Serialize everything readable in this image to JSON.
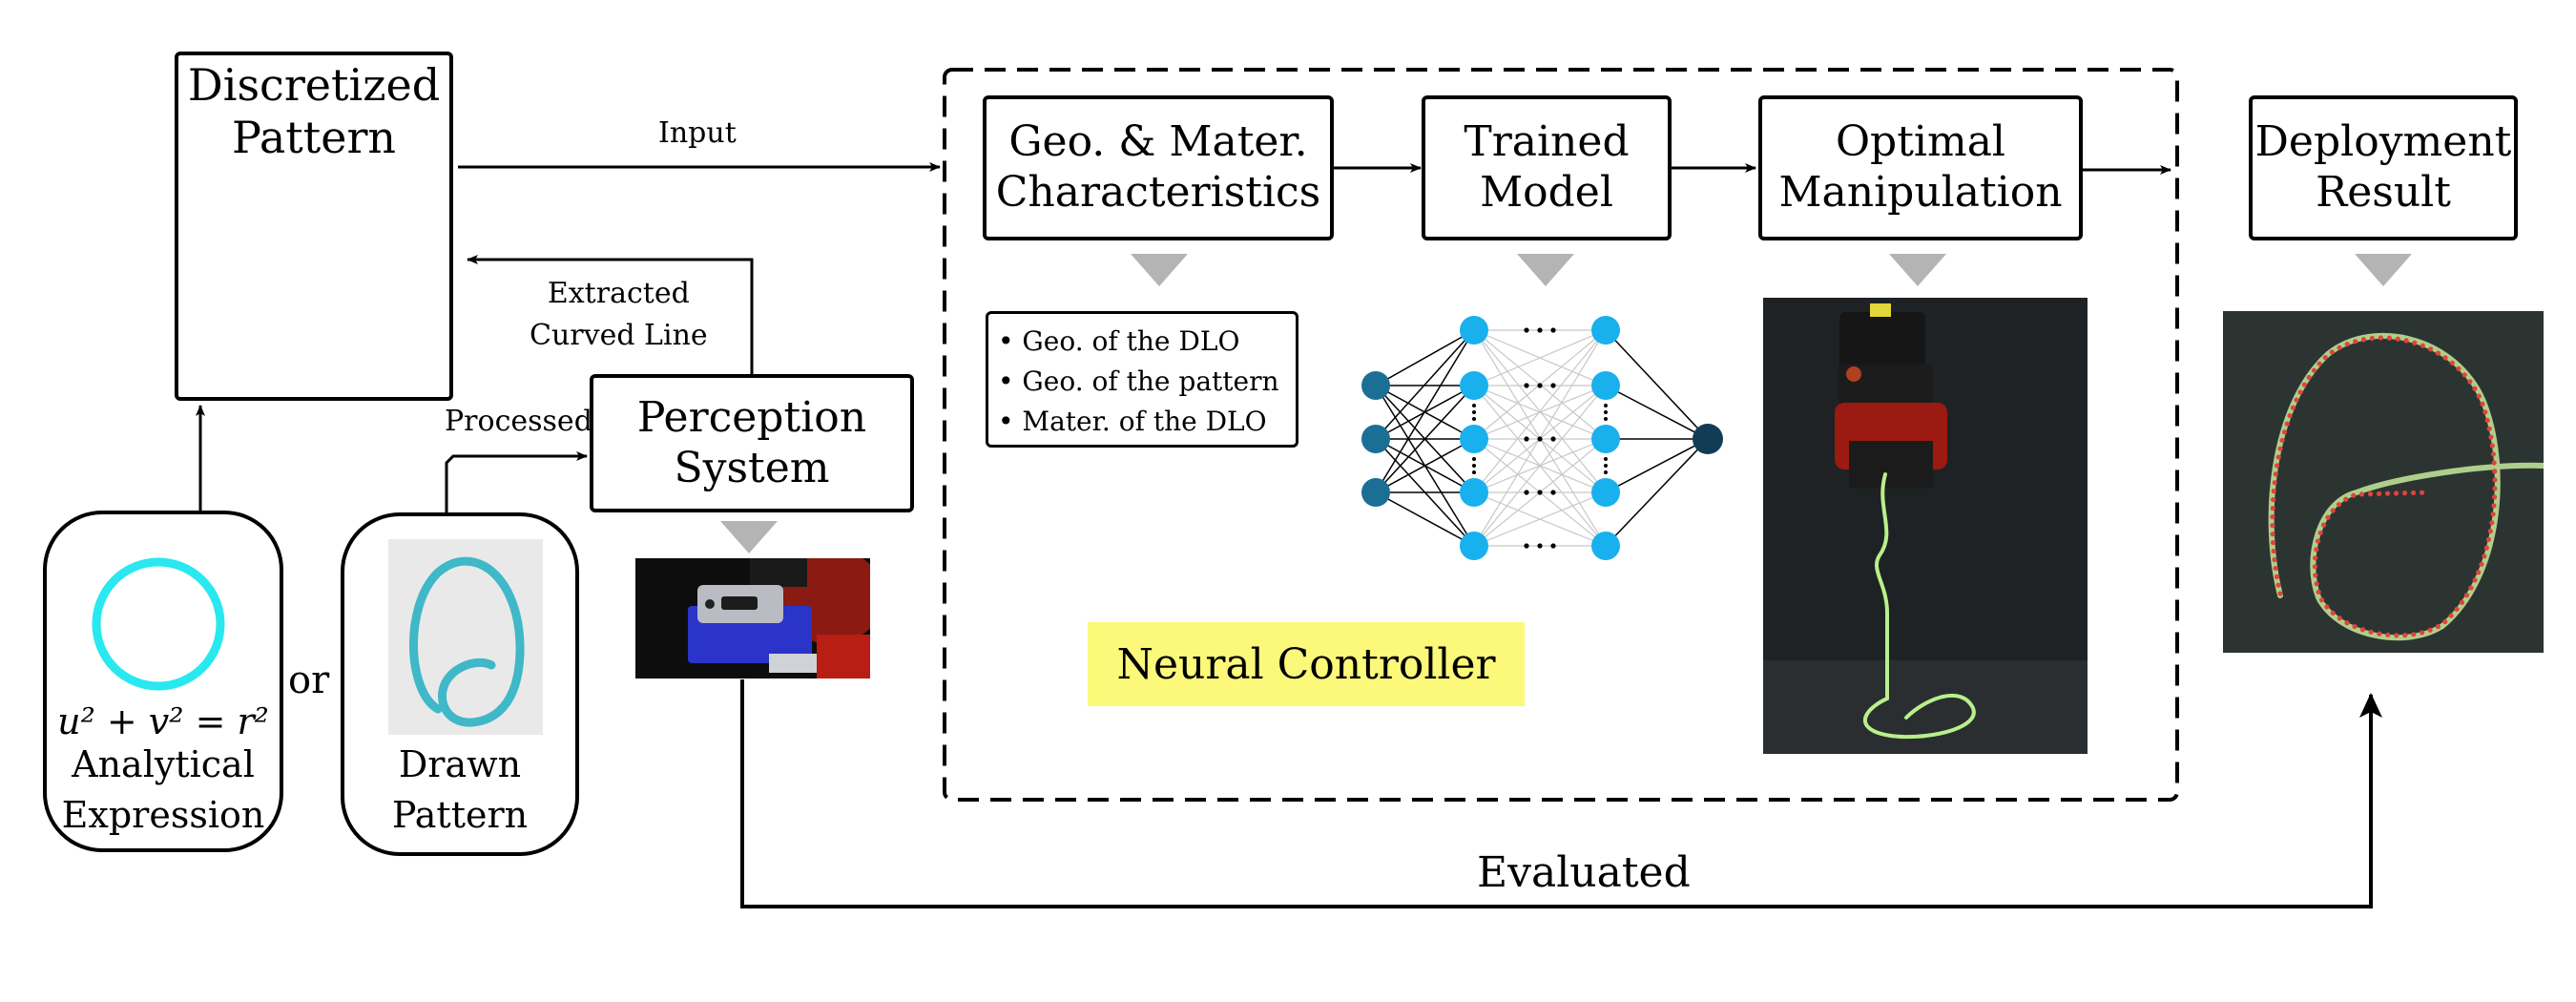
{
  "boxes": {
    "discretized": "Discretized\nPattern",
    "geo": "Geo. & Mater.\nCharacteristics",
    "trained": "Trained\nModel",
    "optimal": "Optimal\nManipulation",
    "deployment": "Deployment\nResult",
    "perception": "Perception\nSystem"
  },
  "labels": {
    "input": "Input",
    "extracted": "Extracted\nCurved Line",
    "processed": "Processed",
    "or": "or",
    "evaluated": "Evaluated",
    "neural_controller": "Neural Controller"
  },
  "characteristics": [
    "Geo. of the DLO",
    "Geo. of the pattern",
    "Mater. of the DLO"
  ],
  "inputs": {
    "equation": "u² + v² = r²",
    "analytical": "Analytical\nExpression",
    "drawn": "Drawn\nPattern"
  },
  "colors": {
    "pattern_dots": "#f07070",
    "circle": "#29e8ef",
    "drawn_ink": "#3fb8c8",
    "nn_input": "#1b6f95",
    "nn_hidden": "#19b0ee",
    "nn_output": "#123c55",
    "rope": "#b8f08a",
    "highlight": "#fbf87a"
  }
}
